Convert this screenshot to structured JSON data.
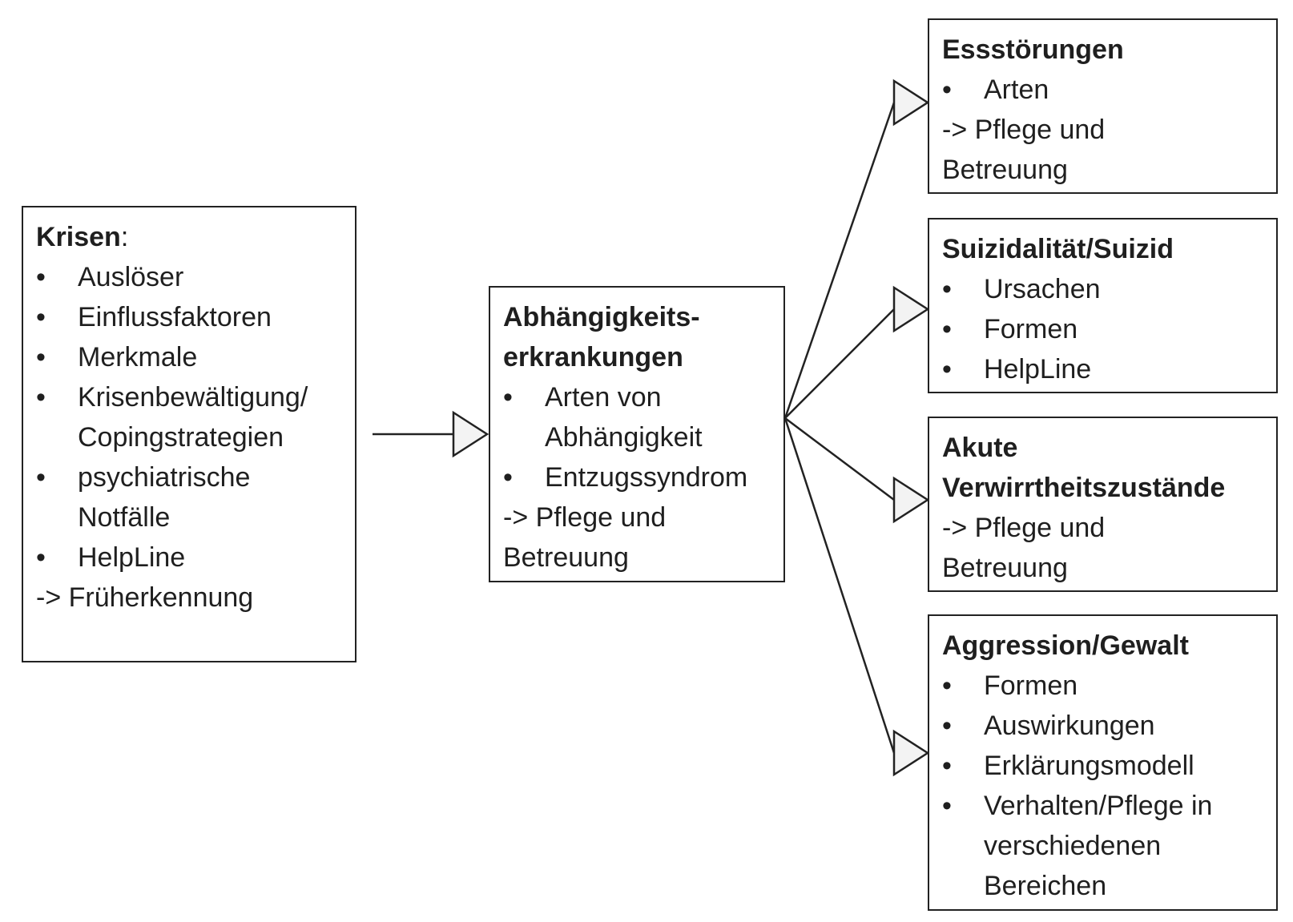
{
  "diagram": {
    "krisen": {
      "title": "Krisen",
      "title_suffix": ":",
      "items": [
        [
          "Auslöser"
        ],
        [
          "Einflussfaktoren"
        ],
        [
          "Merkmale"
        ],
        [
          "Krisenbewältigung/",
          "Copingstrategien"
        ],
        [
          "psychiatrische",
          "Notfälle"
        ],
        [
          "HelpLine"
        ]
      ],
      "note": [
        "-> Früherkennung"
      ]
    },
    "abhaengigkeit": {
      "title": [
        "Abhängigkeits-",
        "erkrankungen"
      ],
      "items": [
        [
          "Arten von",
          "Abhängigkeit"
        ],
        [
          "Entzugssyndrom"
        ]
      ],
      "note": [
        "-> Pflege und",
        "Betreuung"
      ]
    },
    "essstoerungen": {
      "title": [
        "Essstörungen"
      ],
      "items": [
        [
          "Arten"
        ]
      ],
      "note": [
        "-> Pflege und",
        "Betreuung"
      ]
    },
    "suizid": {
      "title": [
        "Suizidalität/Suizid"
      ],
      "items": [
        [
          "Ursachen"
        ],
        [
          "Formen"
        ],
        [
          "HelpLine"
        ]
      ],
      "note": []
    },
    "verwirrtheit": {
      "title": [
        "Akute",
        "Verwirrtheitszustände"
      ],
      "items": [],
      "note": [
        "-> Pflege und",
        "Betreuung"
      ]
    },
    "aggression": {
      "title": [
        "Aggression/Gewalt"
      ],
      "items": [
        [
          "Formen"
        ],
        [
          "Auswirkungen"
        ],
        [
          "Erklärungsmodell"
        ],
        [
          "Verhalten/Pflege in",
          "verschiedenen",
          "Bereichen"
        ]
      ],
      "note": []
    }
  }
}
